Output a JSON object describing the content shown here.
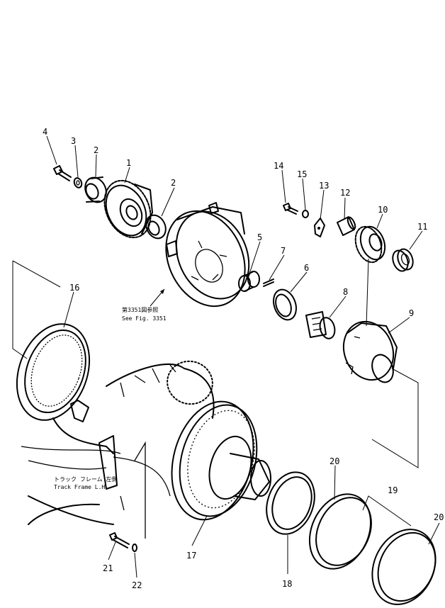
{
  "parts": [
    {
      "id": "p1",
      "label": "1"
    },
    {
      "id": "p2a",
      "label": "2"
    },
    {
      "id": "p2b",
      "label": "2"
    },
    {
      "id": "p3",
      "label": "3"
    },
    {
      "id": "p4",
      "label": "4"
    },
    {
      "id": "p5",
      "label": "5"
    },
    {
      "id": "p6",
      "label": "6"
    },
    {
      "id": "p7",
      "label": "7"
    },
    {
      "id": "p8",
      "label": "8"
    },
    {
      "id": "p9",
      "label": "9"
    },
    {
      "id": "p10",
      "label": "10"
    },
    {
      "id": "p11",
      "label": "11"
    },
    {
      "id": "p12",
      "label": "12"
    },
    {
      "id": "p13",
      "label": "13"
    },
    {
      "id": "p14",
      "label": "14"
    },
    {
      "id": "p15",
      "label": "15"
    },
    {
      "id": "p16",
      "label": "16"
    },
    {
      "id": "p17",
      "label": "17"
    },
    {
      "id": "p18",
      "label": "18"
    },
    {
      "id": "p19",
      "label": "19"
    },
    {
      "id": "p20a",
      "label": "20"
    },
    {
      "id": "p20b",
      "label": "20"
    },
    {
      "id": "p21",
      "label": "21"
    },
    {
      "id": "p22",
      "label": "22"
    }
  ],
  "notes": {
    "see_fig_jp": "第3351図参照",
    "see_fig_en": "See Fig. 3351",
    "track_frame_jp": "トラック フレーム 左側",
    "track_frame_en": "Track Frame L.H"
  }
}
